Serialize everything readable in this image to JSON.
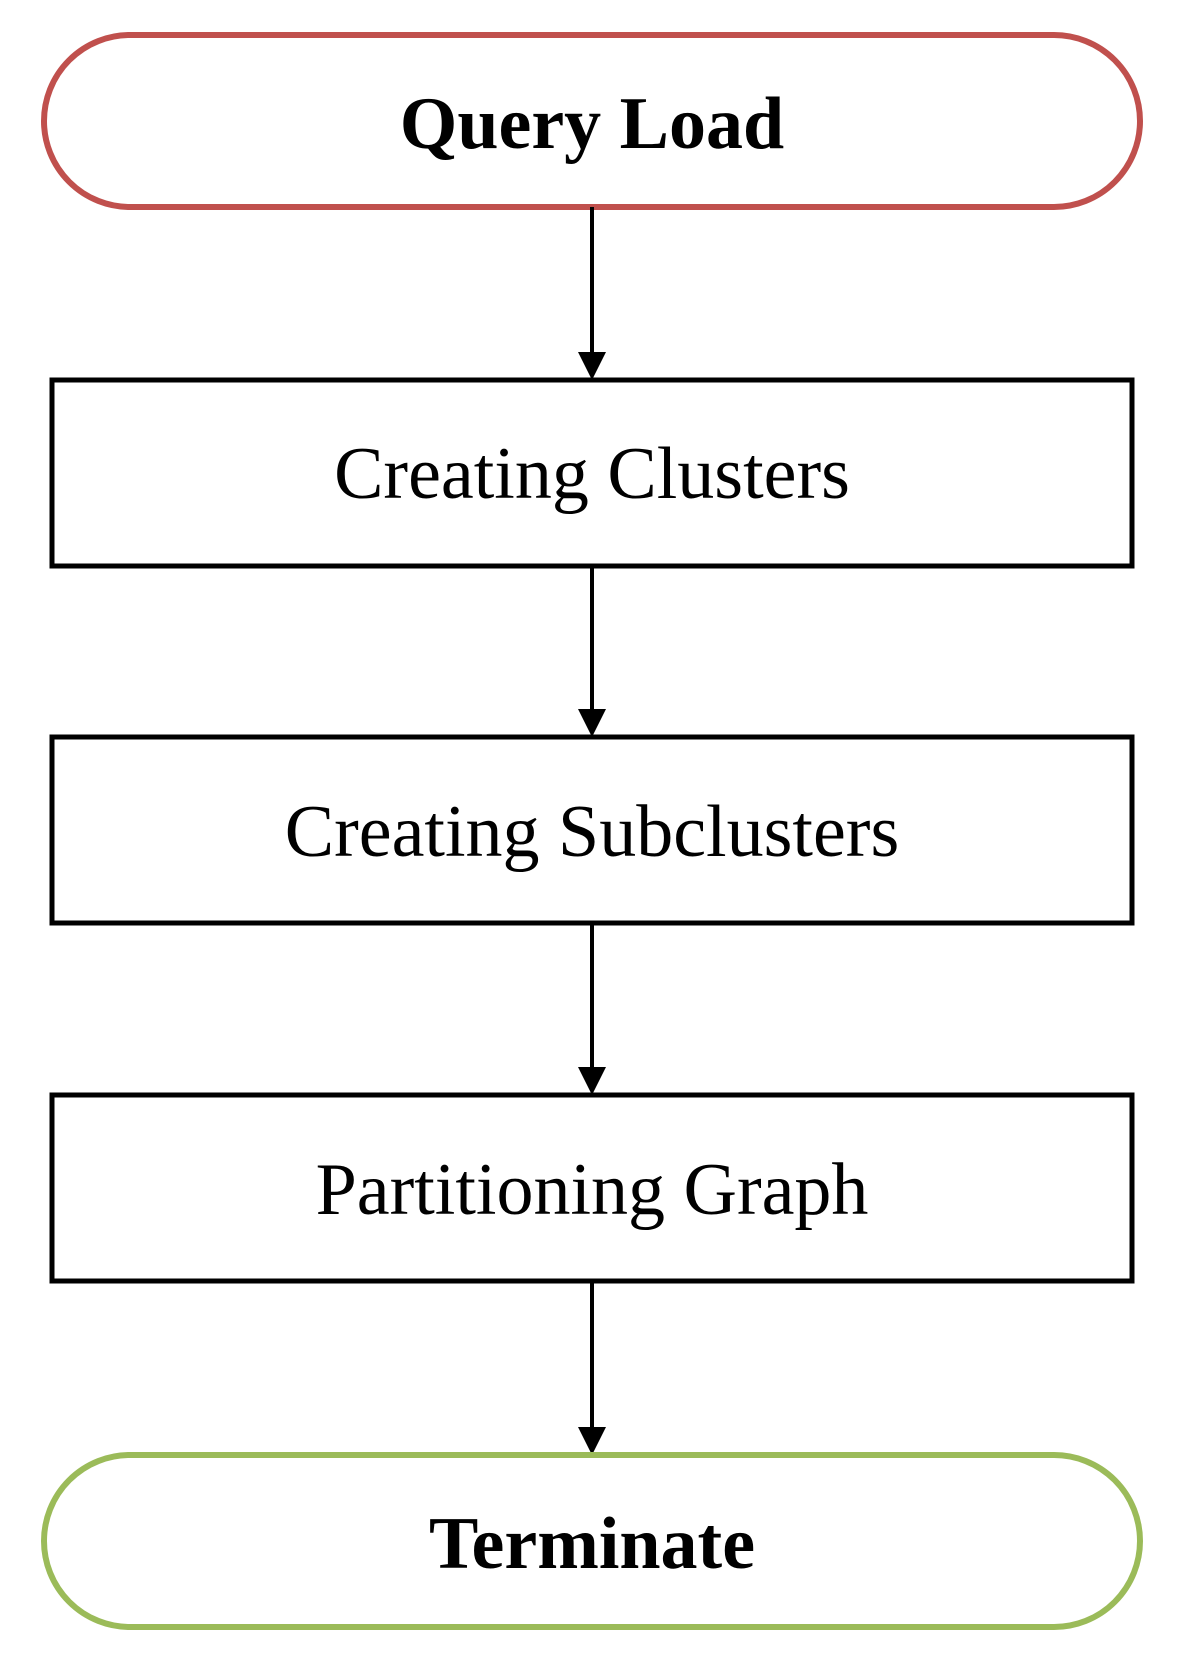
{
  "start": {
    "label": "Query Load",
    "border_color": "#c0504d"
  },
  "steps": [
    {
      "label": "Creating Clusters"
    },
    {
      "label": "Creating Subclusters"
    },
    {
      "label": "Partitioning Graph"
    }
  ],
  "end": {
    "label": "Terminate",
    "border_color": "#9bbb59"
  },
  "line_color": "#000000"
}
